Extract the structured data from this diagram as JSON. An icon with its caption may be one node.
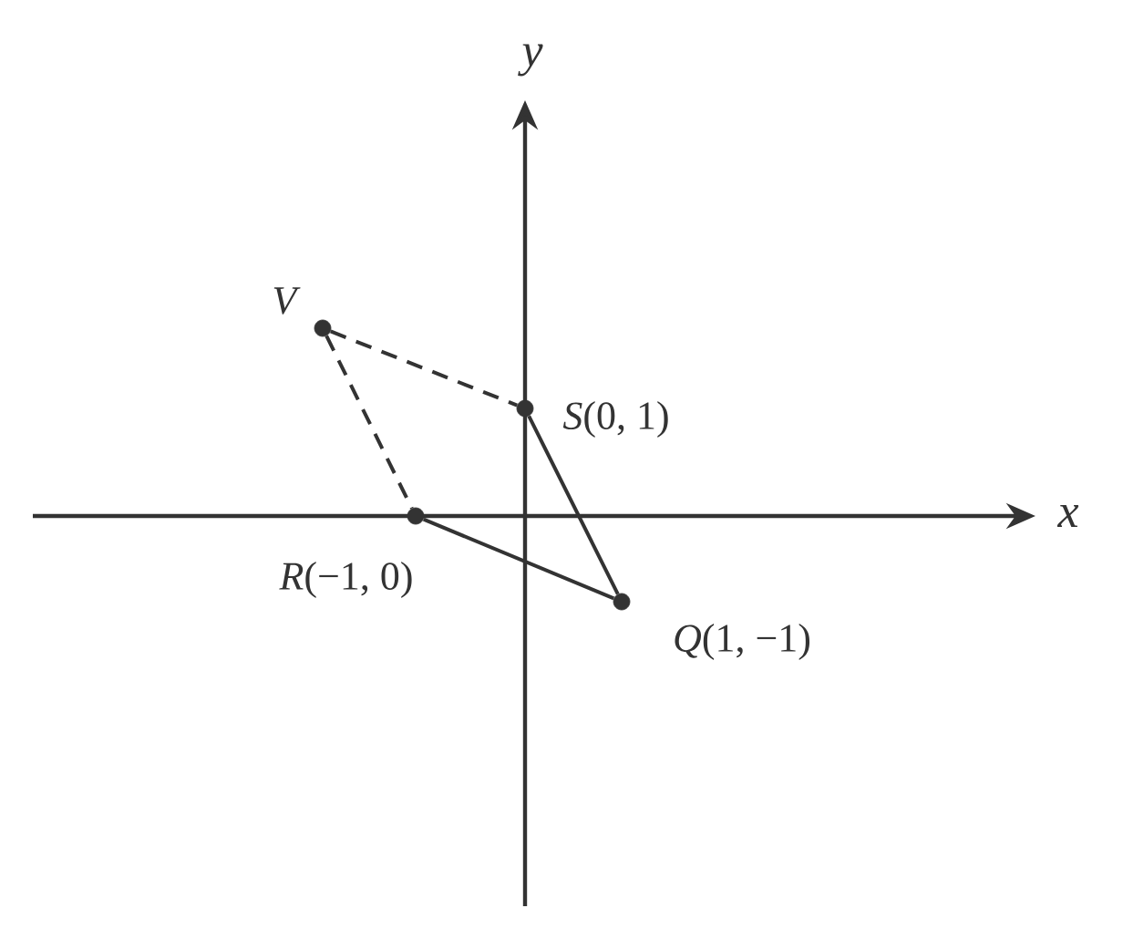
{
  "diagram": {
    "nodes": [
      {
        "text": [],
        "shape": "circle",
        "beside": [
          "*V*"
        ]
      },
      {
        "text": [],
        "shape": "circle",
        "beside": [
          "*S*(0, 1)"
        ]
      },
      {
        "text": [],
        "shape": "circle",
        "beside": [
          "*R*(−1, 0)"
        ]
      },
      {
        "text": [],
        "shape": "circle",
        "beside": [
          "*Q*(1, −1)"
        ]
      }
    ],
    "edges": [
      {
        "from": 0,
        "to": 1,
        "arrow": "none",
        "style": "dashed"
      },
      {
        "from": 0,
        "to": 2,
        "arrow": "none",
        "style": "dashed"
      },
      {
        "from": 1,
        "to": 3,
        "arrow": "none"
      },
      {
        "from": 3,
        "to": 2,
        "arrow": "none"
      }
    ],
    "labels": [
      "*y*",
      "*x*"
    ]
  }
}
